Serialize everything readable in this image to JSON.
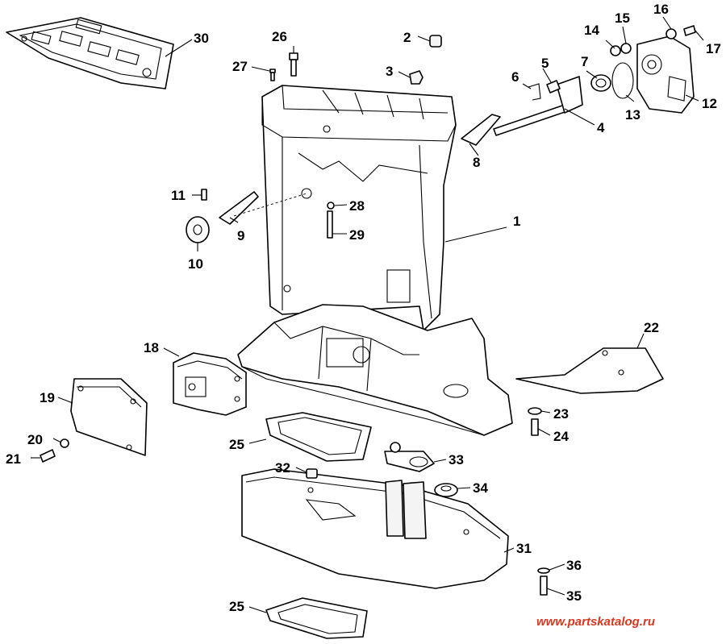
{
  "callouts": [
    {
      "id": "1",
      "label": "1"
    },
    {
      "id": "2",
      "label": "2"
    },
    {
      "id": "3",
      "label": "3"
    },
    {
      "id": "4",
      "label": "4"
    },
    {
      "id": "5",
      "label": "5"
    },
    {
      "id": "6",
      "label": "6"
    },
    {
      "id": "7",
      "label": "7"
    },
    {
      "id": "8",
      "label": "8"
    },
    {
      "id": "9",
      "label": "9"
    },
    {
      "id": "10",
      "label": "10"
    },
    {
      "id": "11",
      "label": "11"
    },
    {
      "id": "12",
      "label": "12"
    },
    {
      "id": "13",
      "label": "13"
    },
    {
      "id": "14",
      "label": "14"
    },
    {
      "id": "15",
      "label": "15"
    },
    {
      "id": "16",
      "label": "16"
    },
    {
      "id": "17",
      "label": "17"
    },
    {
      "id": "18",
      "label": "18"
    },
    {
      "id": "19",
      "label": "19"
    },
    {
      "id": "20",
      "label": "20"
    },
    {
      "id": "21",
      "label": "21"
    },
    {
      "id": "22",
      "label": "22"
    },
    {
      "id": "23",
      "label": "23"
    },
    {
      "id": "24",
      "label": "24"
    },
    {
      "id": "25a",
      "label": "25"
    },
    {
      "id": "25b",
      "label": "25"
    },
    {
      "id": "26",
      "label": "26"
    },
    {
      "id": "27",
      "label": "27"
    },
    {
      "id": "28",
      "label": "28"
    },
    {
      "id": "29",
      "label": "29"
    },
    {
      "id": "30",
      "label": "30"
    },
    {
      "id": "31",
      "label": "31"
    },
    {
      "id": "32",
      "label": "32"
    },
    {
      "id": "33",
      "label": "33"
    },
    {
      "id": "34",
      "label": "34"
    },
    {
      "id": "35",
      "label": "35"
    },
    {
      "id": "36",
      "label": "36"
    }
  ],
  "watermark": "www.partskatalog.ru",
  "colors": {
    "line": "#000000",
    "background": "#ffffff",
    "watermark": "#d9381e"
  }
}
